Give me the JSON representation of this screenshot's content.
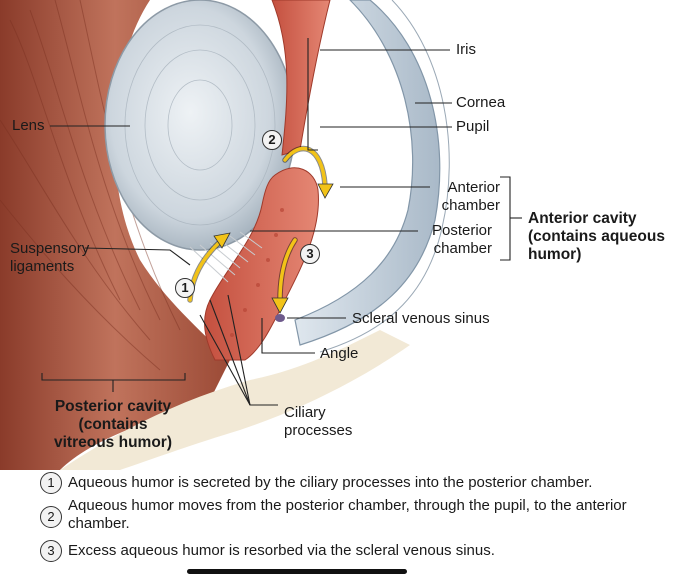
{
  "labels": {
    "iris": "Iris",
    "cornea": "Cornea",
    "lens": "Lens",
    "pupil": "Pupil",
    "anterior_chamber": [
      "Anterior",
      "chamber"
    ],
    "anterior_cavity": [
      "Anterior cavity",
      "(contains aqueous",
      "humor)"
    ],
    "posterior_chamber": [
      "Posterior",
      "chamber"
    ],
    "suspensory_ligaments": [
      "Suspensory",
      "ligaments"
    ],
    "scleral_venous_sinus": "Scleral venous sinus",
    "angle": "Angle",
    "posterior_cavity": [
      "Posterior cavity",
      "(contains",
      "vitreous humor)"
    ],
    "ciliary_processes": [
      "Ciliary",
      "processes"
    ]
  },
  "markers": [
    "1",
    "2",
    "3"
  ],
  "captions": [
    {
      "num": "1",
      "text": "Aqueous humor is secreted by the ciliary processes into the posterior chamber."
    },
    {
      "num": "2",
      "text": "Aqueous humor moves from the posterior chamber, through the pupil, to the anterior chamber."
    },
    {
      "num": "3",
      "text": "Excess aqueous humor is resorbed via the scleral venous sinus."
    }
  ],
  "colors": {
    "arrow": "#f2c318",
    "iris": "#d9685a",
    "cornea": "#b9c8d6",
    "lens": "#c9d2da",
    "muscle": "#b9604a"
  }
}
